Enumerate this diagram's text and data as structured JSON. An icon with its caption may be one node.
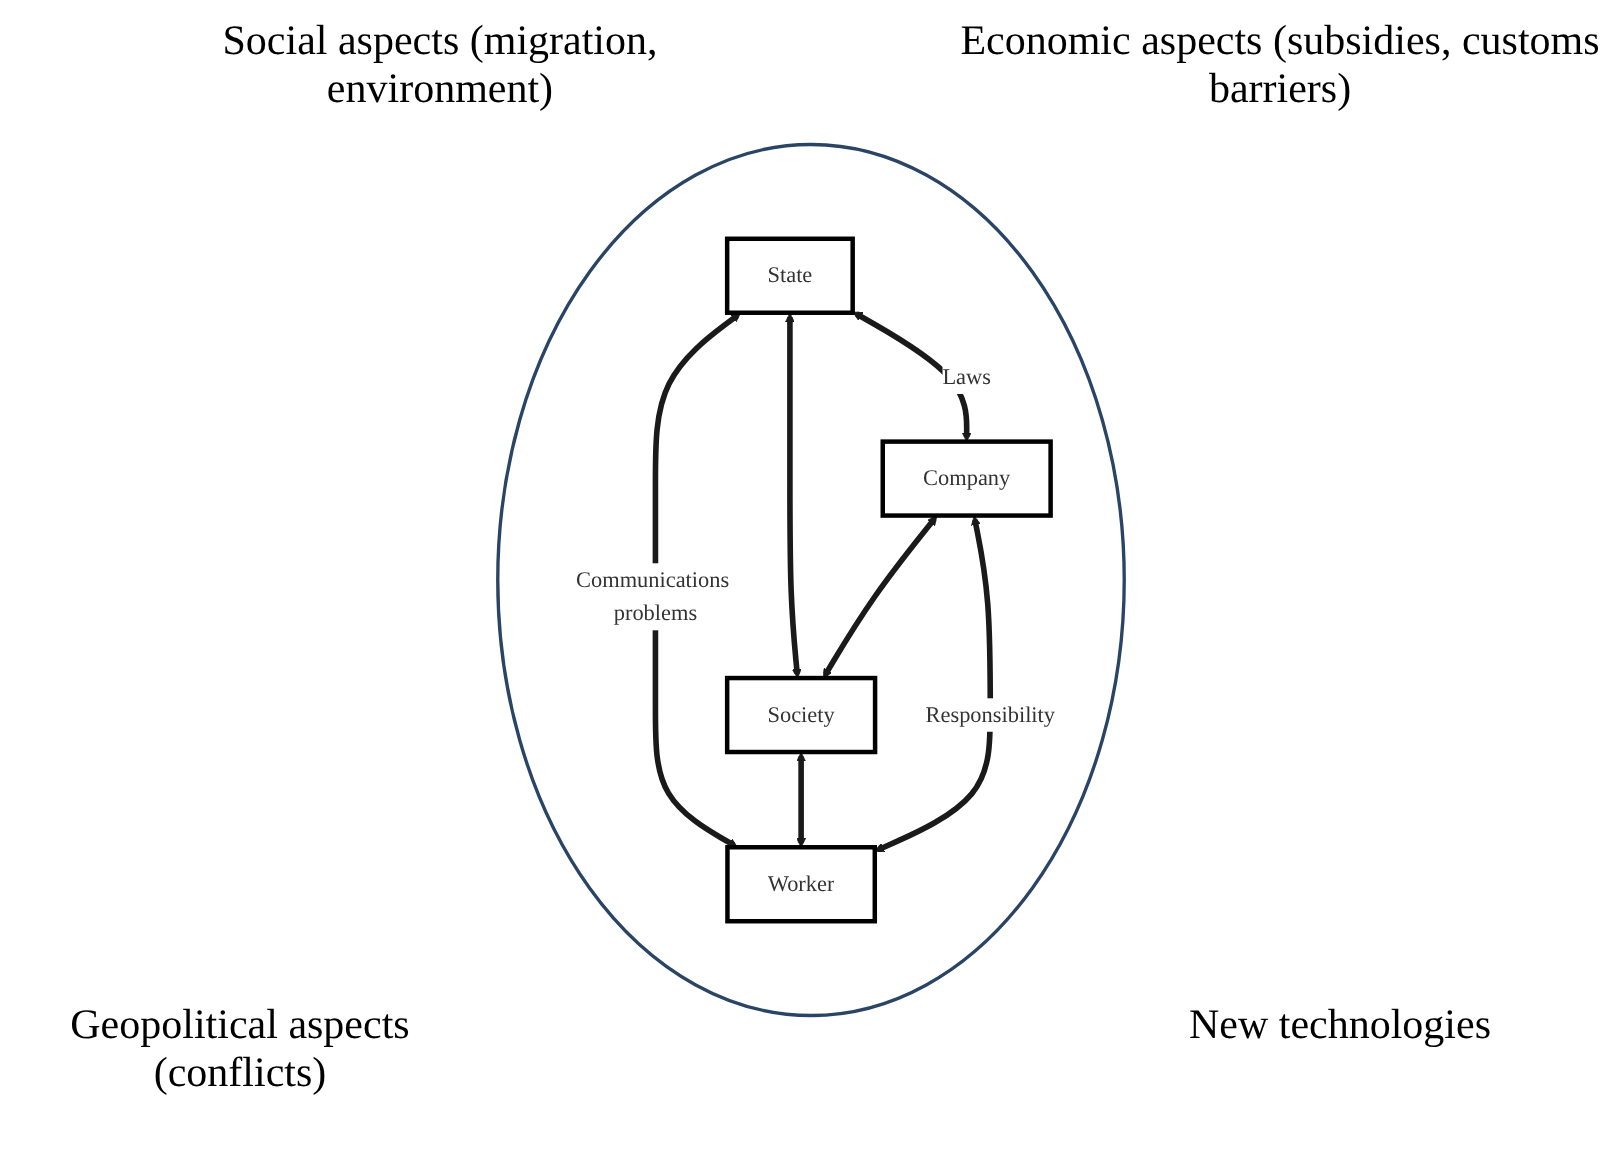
{
  "diagram": {
    "nodes": [
      {
        "text": [],
        "shape": "ellipse"
      },
      {
        "text": [
          "State"
        ],
        "in": 0
      },
      {
        "text": [
          "Society"
        ],
        "in": 0
      },
      {
        "text": [
          "Company"
        ],
        "in": 0
      },
      {
        "text": [
          "Worker"
        ],
        "in": 0
      }
    ],
    "edges": [
      {
        "from": 1,
        "to": 2,
        "arrow": "both"
      },
      {
        "from": 1,
        "to": 3,
        "arrow": "both",
        "label": "Laws"
      },
      {
        "from": 1,
        "to": 4,
        "arrow": "both",
        "label": "Communications problems"
      },
      {
        "from": 3,
        "to": 2,
        "arrow": "both"
      },
      {
        "from": 2,
        "to": 4,
        "arrow": "both"
      },
      {
        "from": 3,
        "to": 4,
        "arrow": "both",
        "label": "Responsibility"
      }
    ],
    "labels": [
      "Social aspects (migration, environment)",
      "Economic aspects (subsidies, customs barriers)",
      "Geopolitical aspects (conflicts)",
      "New technologies"
    ]
  }
}
